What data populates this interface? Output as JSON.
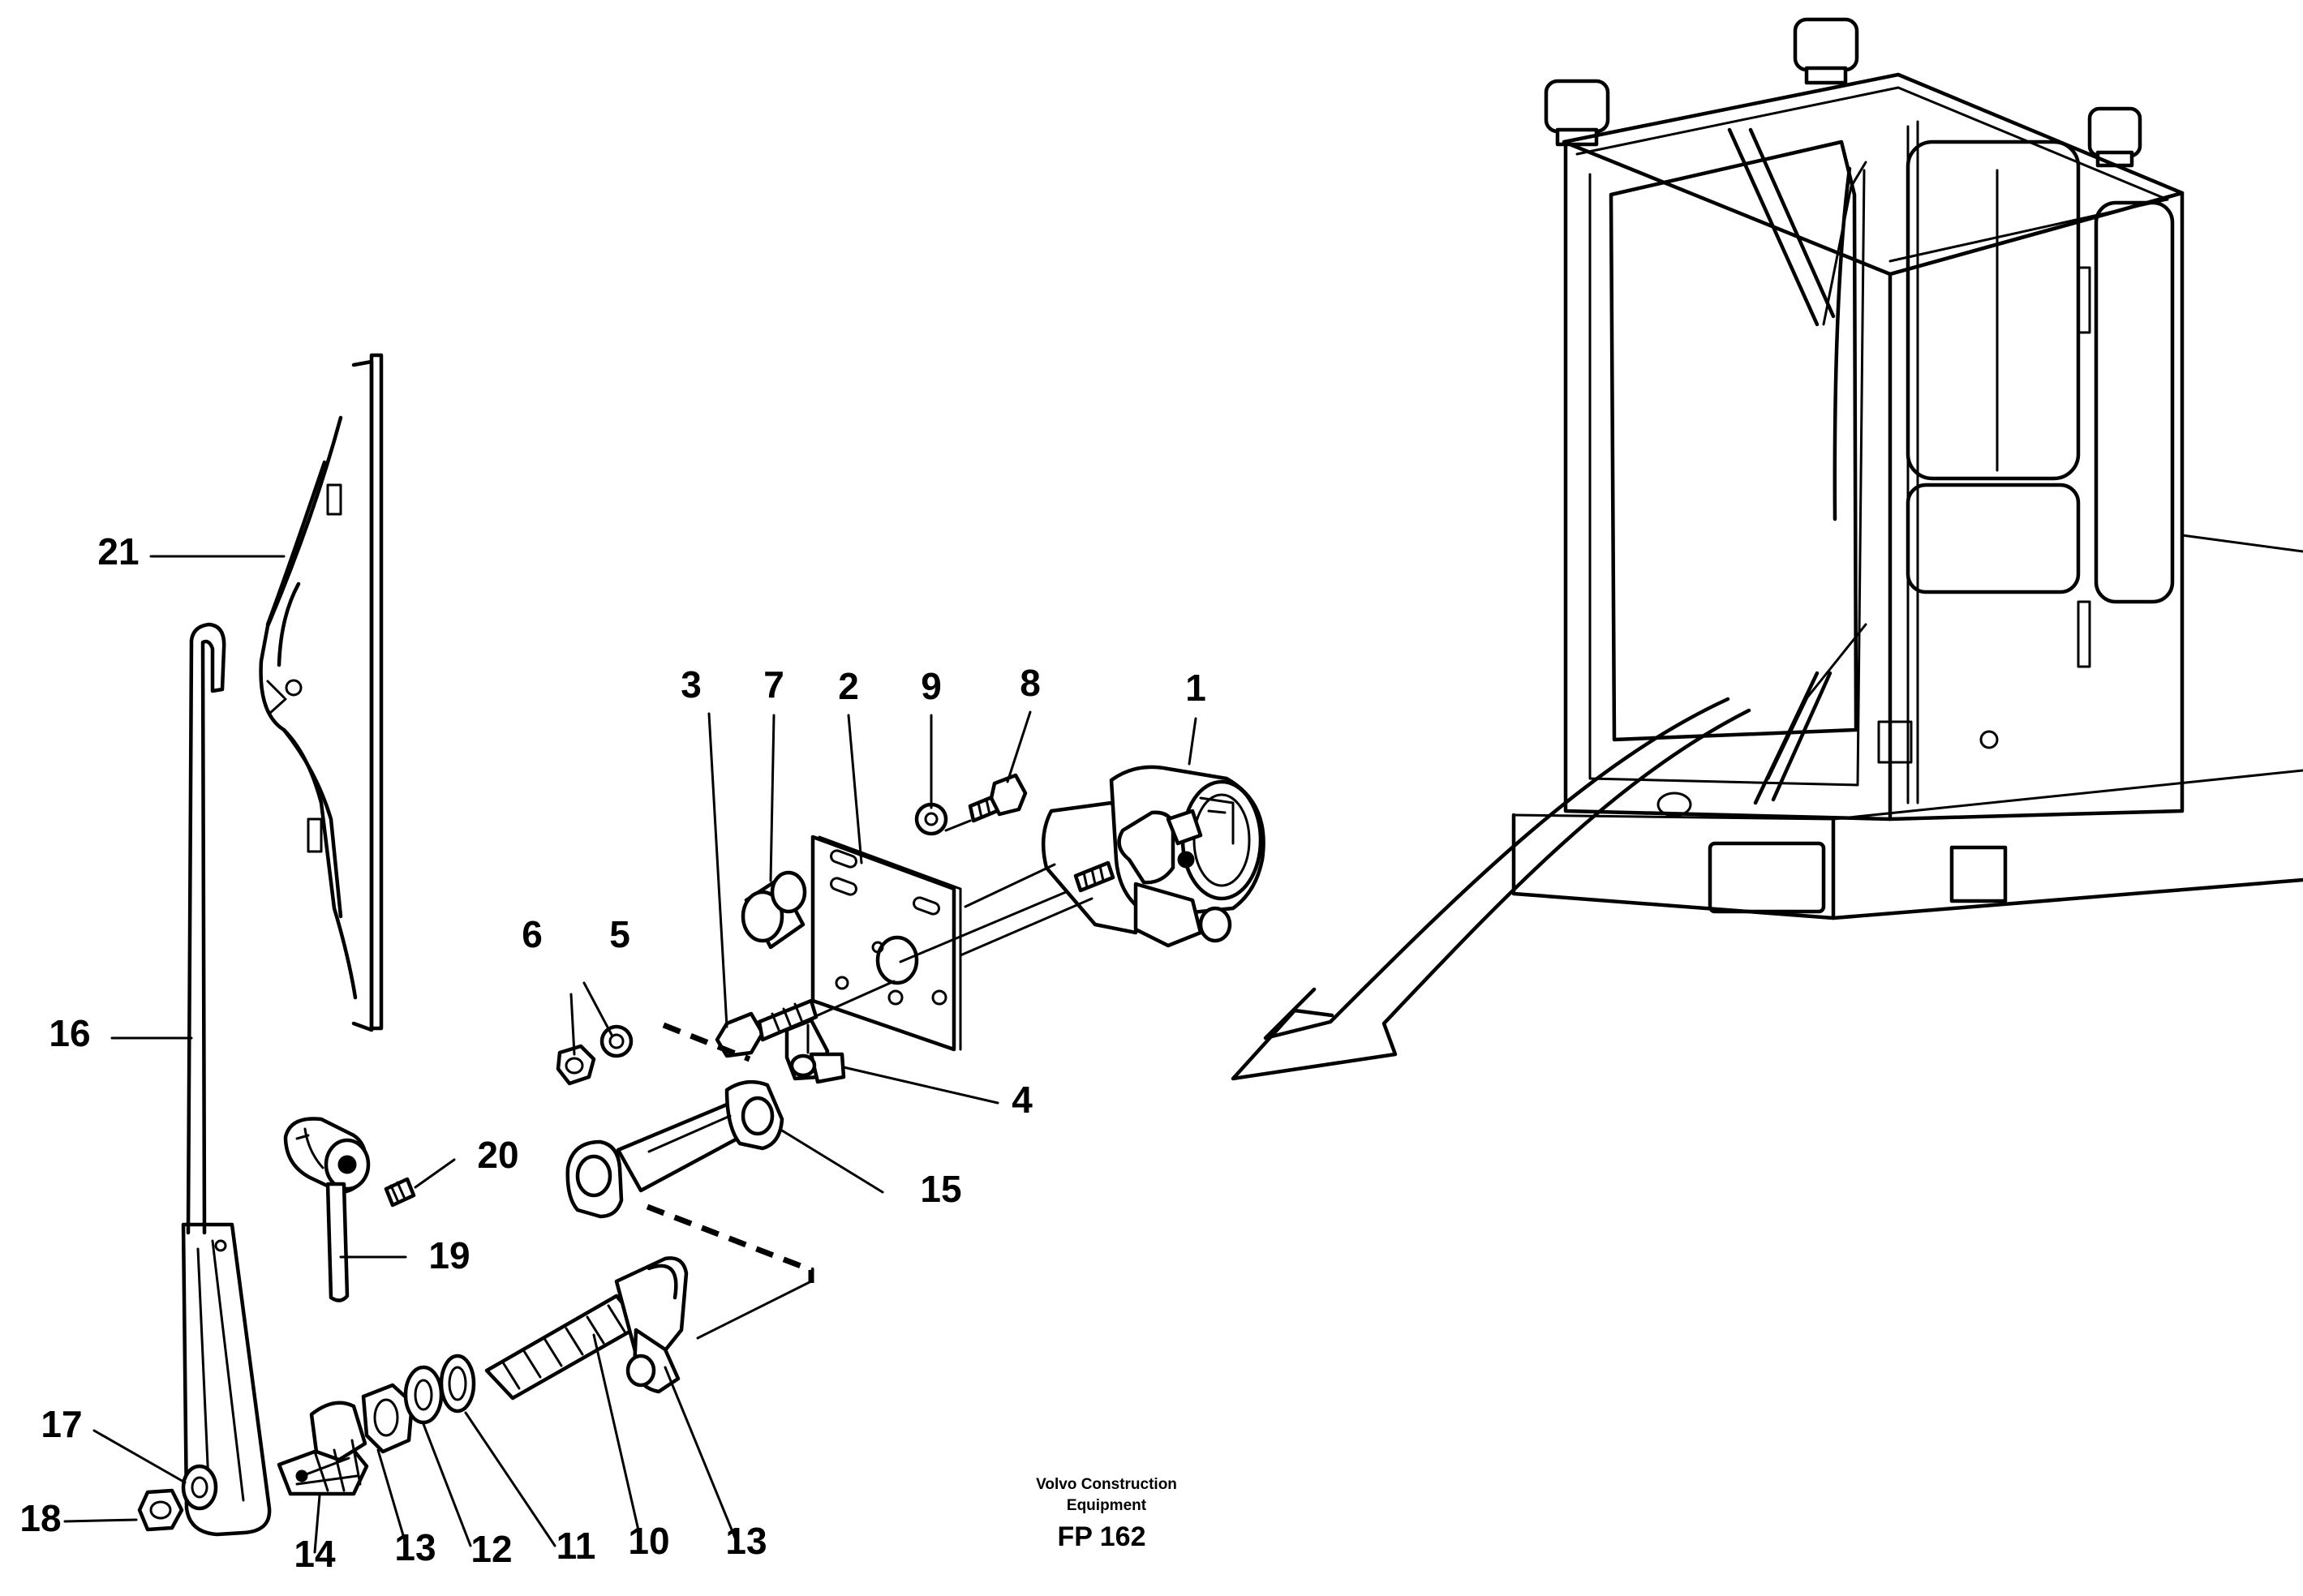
{
  "callouts": [
    "1",
    "2",
    "3",
    "4",
    "5",
    "6",
    "7",
    "8",
    "9",
    "10",
    "11",
    "12",
    "13",
    "13",
    "14",
    "15",
    "16",
    "17",
    "18",
    "19",
    "20",
    "21"
  ],
  "footer": {
    "maker_line1": "Volvo Construction",
    "maker_line2": "Equipment",
    "figure_code": "FP 162"
  }
}
